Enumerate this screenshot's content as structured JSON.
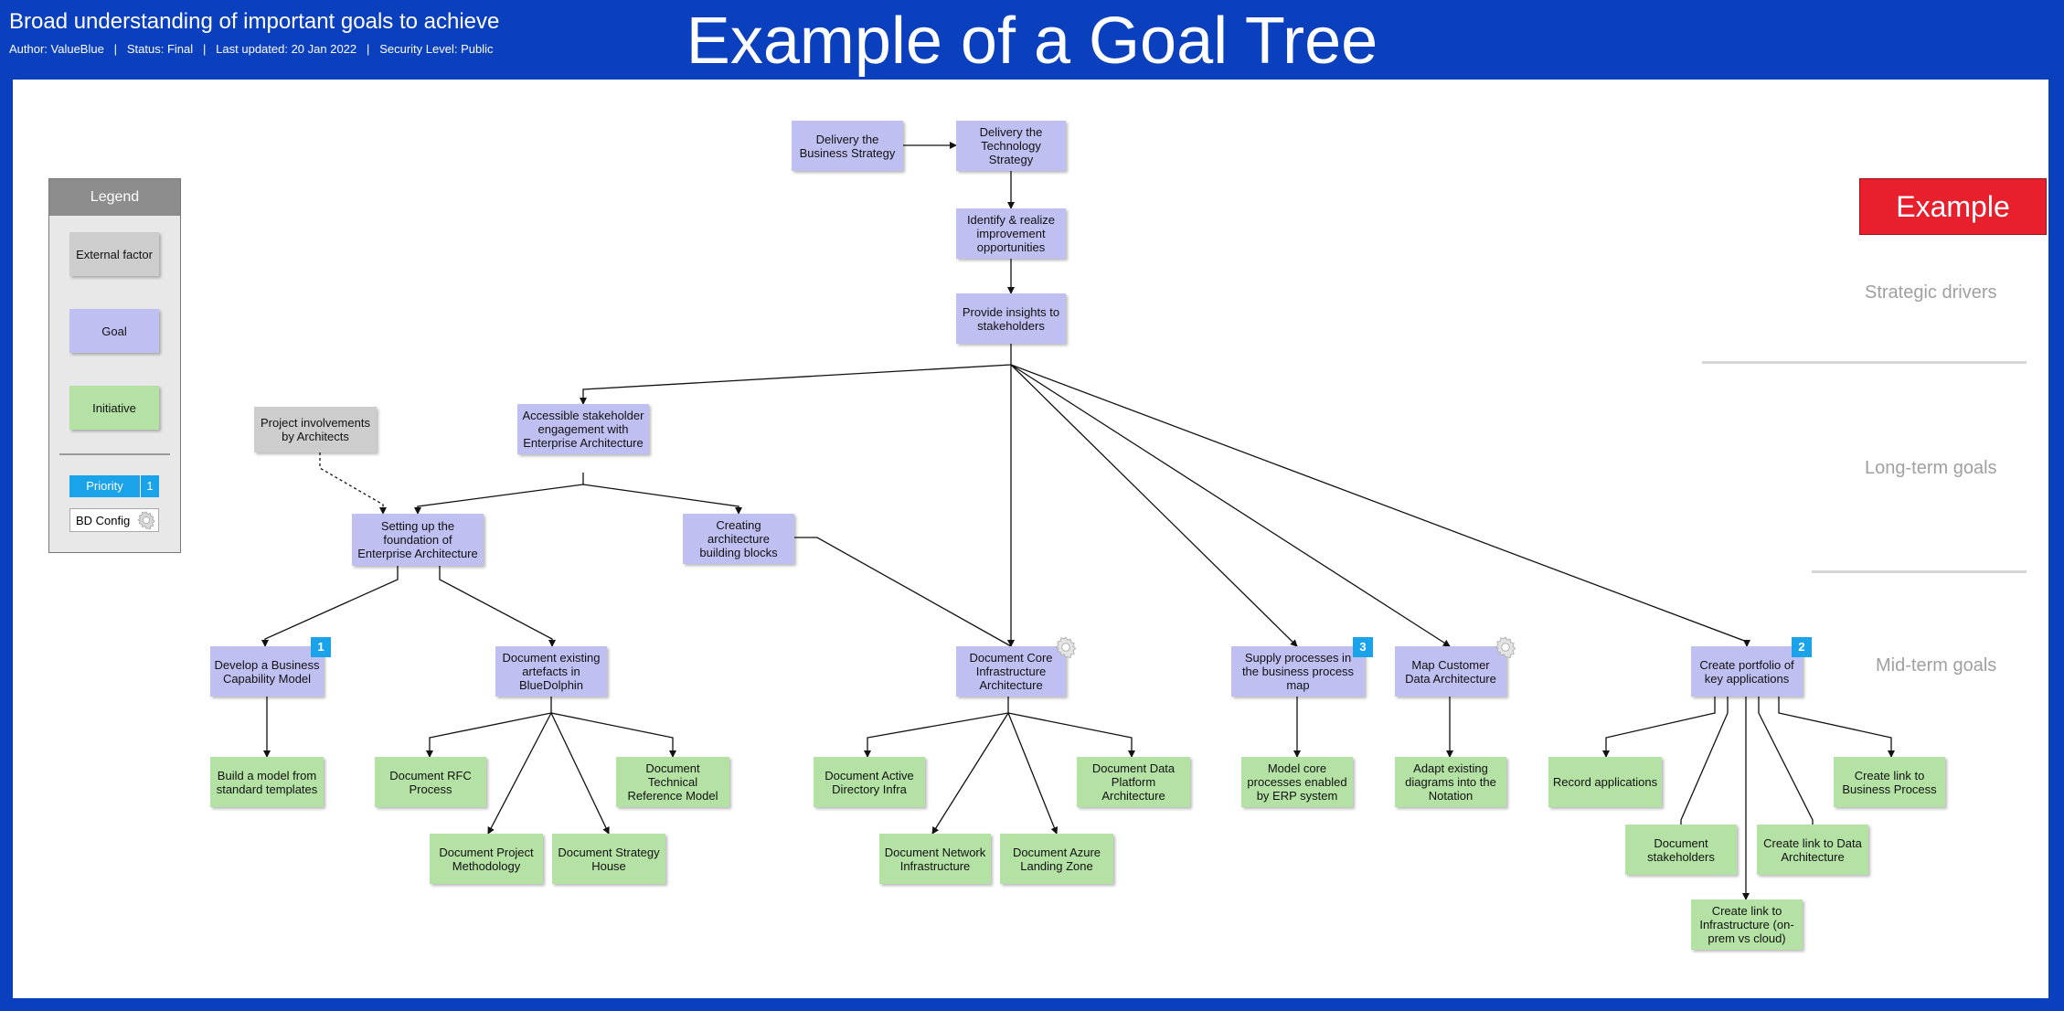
{
  "header": {
    "subtitle": "Broad understanding of important goals to achieve",
    "meta": "Author: ValueBlue   |   Status: Final   |   Last updated: 20 Jan 2022   |   Security Level: Public",
    "title": "Example of a Goal Tree"
  },
  "legend": {
    "title": "Legend",
    "external_factor": "External factor",
    "goal": "Goal",
    "initiative": "Initiative",
    "priority_label": "Priority",
    "priority_value": "1",
    "bd_config": "BD Config"
  },
  "badge": "Example",
  "zones": {
    "strategic": "Strategic drivers",
    "long_term": "Long-term goals",
    "mid_term": "Mid-term goals"
  },
  "colors": {
    "goal": "#c0bff2",
    "initiative": "#b4e2a4",
    "external": "#cdcdcd",
    "priority": "#1aa3e8",
    "badge": "#e8202d",
    "header": "#0a3fbe"
  },
  "nodes": {
    "delivery_business": "Delivery the Business Strategy",
    "delivery_technology": "Delivery the Technology Strategy",
    "identify_realize": "Identify & realize improvement opportunities",
    "provide_insights": "Provide insights to stakeholders",
    "project_involvements": "Project involvements by Architects",
    "accessible_engagement": "Accessible stakeholder engagement with Enterprise Architecture",
    "setting_foundation": "Setting up the foundation of Enterprise Architecture",
    "creating_blocks": "Creating architecture building blocks",
    "develop_capability": "Develop a Business Capability Model",
    "document_artefacts": "Document existing artefacts in BlueDolphin",
    "document_core_infra": "Document Core Infrastructure Architecture",
    "supply_processes": "Supply processes in the business process map",
    "map_customer": "Map Customer Data Architecture",
    "create_portfolio": "Create portfolio of key applications",
    "build_model": "Build a model from standard templates",
    "document_rfc": "Document RFC Process",
    "document_trm": "Document Technical Reference Model",
    "document_project_method": "Document Project Methodology",
    "document_strategy_house": "Document Strategy House",
    "document_active_directory": "Document Active Directory Infra",
    "document_data_platform": "Document Data Platform Architecture",
    "document_network": "Document Network Infrastructure",
    "document_azure": "Document Azure Landing Zone",
    "model_core_processes": "Model core processes enabled by ERP system",
    "adapt_diagrams": "Adapt existing diagrams into the Notation",
    "record_applications": "Record applications",
    "create_link_bp": "Create link to Business Process",
    "document_stakeholders": "Document stakeholders",
    "create_link_data": "Create link to Data Architecture",
    "create_link_infra": "Create link to Infrastructure (on-prem vs cloud)"
  },
  "priorities": {
    "develop_capability": "1",
    "supply_processes": "3",
    "create_portfolio": "2"
  }
}
